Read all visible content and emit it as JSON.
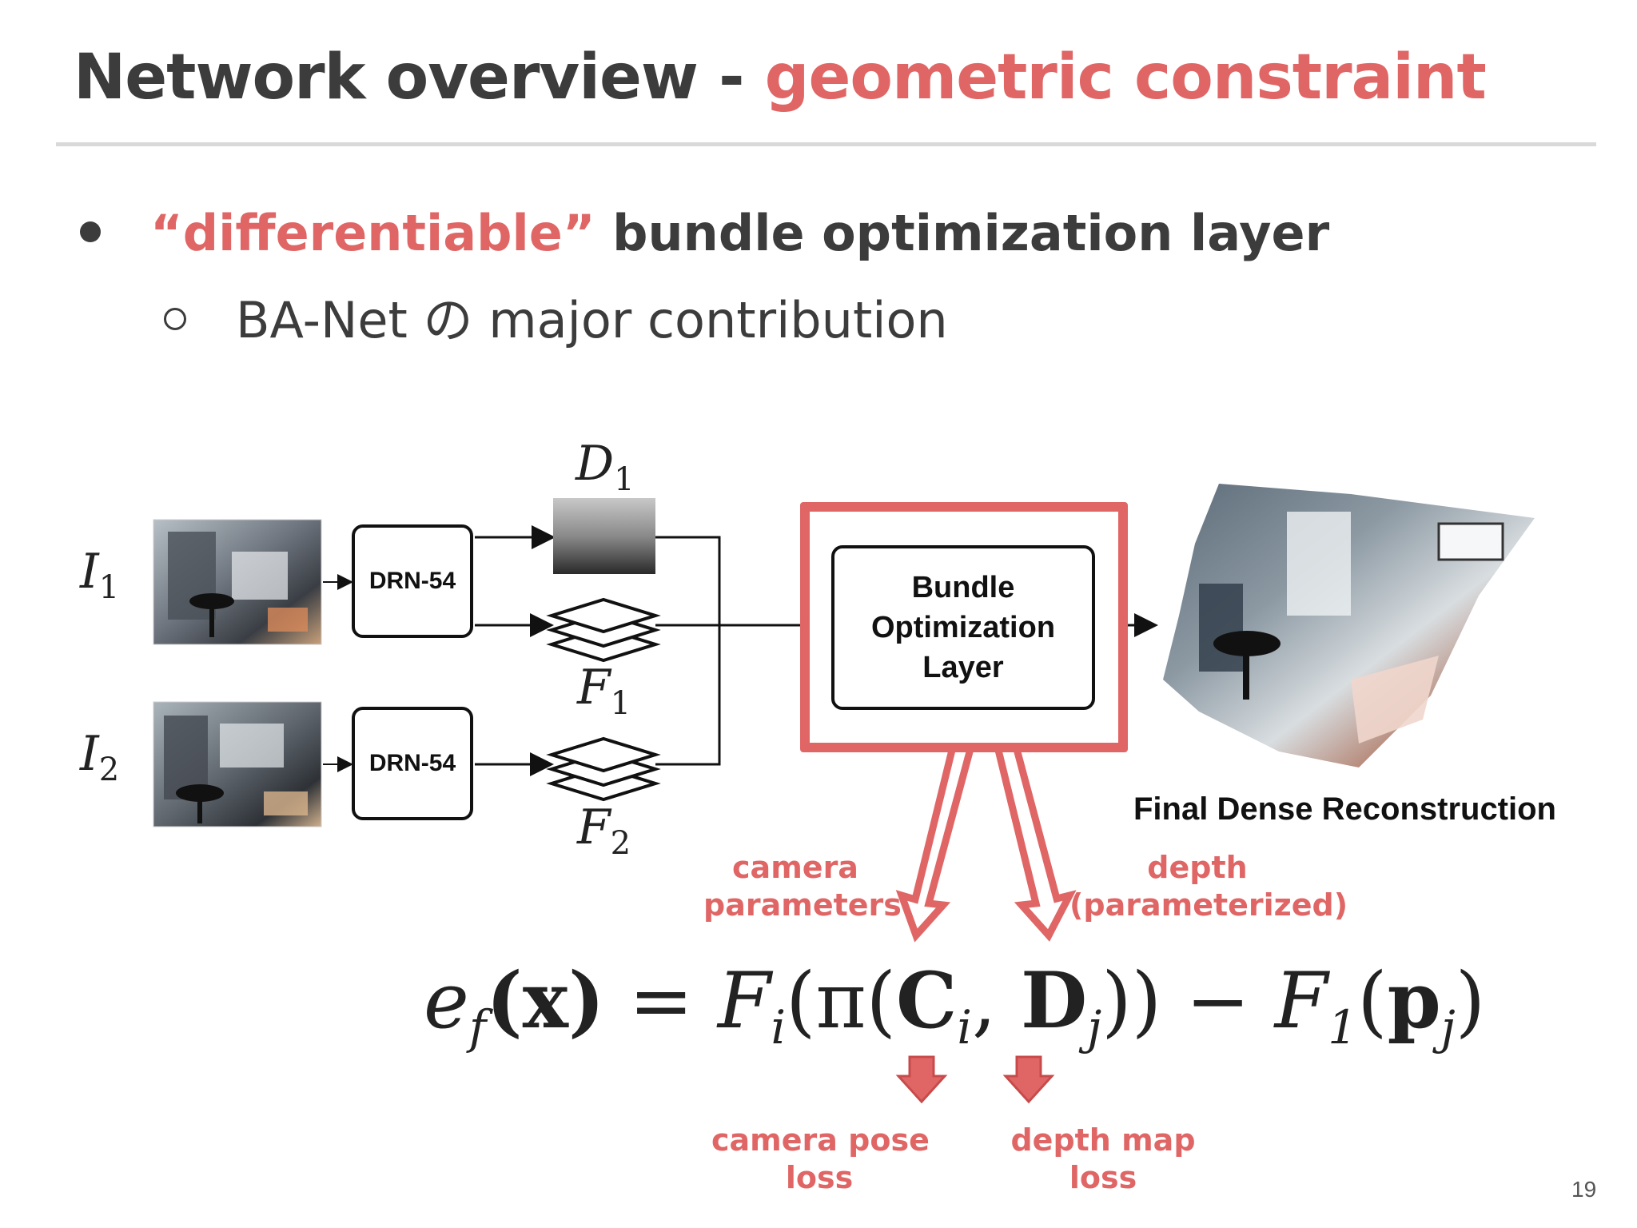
{
  "slide": {
    "title_main": "Network overview - ",
    "title_accent": "geometric constraint",
    "bullet1_accent": "“differentiable”",
    "bullet1_rest": " bundle optimization layer",
    "bullet2": "BA-Net の major contribution",
    "page_number": "19"
  },
  "diagram": {
    "input1": "I",
    "input1_sub": "1",
    "input2": "I",
    "input2_sub": "2",
    "encoder1": "DRN-54",
    "encoder2": "DRN-54",
    "depth_label": "D",
    "depth_sub": "1",
    "feat1_label": "F",
    "feat1_sub": "1",
    "feat2_label": "F",
    "feat2_sub": "2",
    "bundle_line1": "Bundle",
    "bundle_line2": "Optimization",
    "bundle_line3": "Layer",
    "reconstruction_label": "Final Dense Reconstruction"
  },
  "annotations": {
    "camera_params_line1": "camera",
    "camera_params_line2": "parameters",
    "depth_param_line1": "depth",
    "depth_param_line2": "(parameterized)",
    "camera_loss_line1": "camera pose",
    "camera_loss_line2": "loss",
    "depth_loss_line1": "depth map",
    "depth_loss_line2": "loss"
  },
  "equation": {
    "lhs": "e",
    "lhs_sub": "f",
    "arg": "(x)",
    "eq": " = ",
    "fi": "F",
    "fi_sub": "i",
    "pi_open": "(π(",
    "c": "C",
    "c_sub": "i",
    "comma": ", ",
    "d": "D",
    "d_sub": "j",
    "close": "))",
    "minus": " − ",
    "f1": "F",
    "f1_sub": "1",
    "p_open": "(",
    "p": "p",
    "p_sub": "j",
    "p_close": ")"
  },
  "colors": {
    "accent": "#e06666",
    "text": "#3c3c3c"
  }
}
